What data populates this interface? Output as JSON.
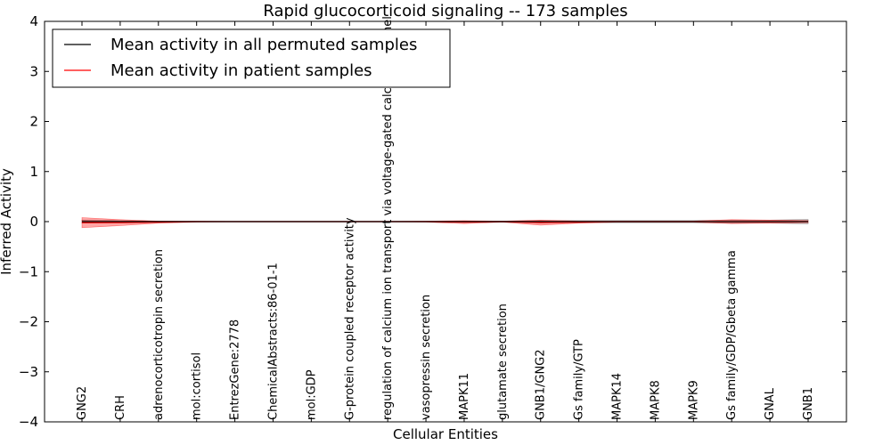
{
  "chart_data": {
    "type": "line",
    "title": "Rapid glucocorticoid signaling -- 173 samples",
    "xlabel": "Cellular Entities",
    "ylabel": "Inferred Activity",
    "ylim": [
      -4,
      4
    ],
    "yticks": [
      "−4",
      "−3",
      "−2",
      "−1",
      "0",
      "1",
      "2",
      "3",
      "4"
    ],
    "grid": false,
    "legend_position": "top-left",
    "categories": [
      "GNG2",
      "CRH",
      "adrenocorticotropin secretion",
      "mol:cortisol",
      "EntrezGene:2778",
      "ChemicalAbstracts:86-01-1",
      "mol:GDP",
      "G-protein coupled receptor activity",
      "regulation of calcium ion transport via voltage-gated calcium channel",
      "vasopressin secretion",
      "MAPK11",
      "glutamate secretion",
      "GNB1/GNG2",
      "Gs family/GTP",
      "MAPK14",
      "MAPK8",
      "MAPK9",
      "Gs family/GDP/Gbeta gamma",
      "GNAL",
      "GNB1"
    ],
    "series": [
      {
        "name": "Mean activity in all permuted samples",
        "color": "#000000",
        "values": [
          0,
          0,
          0,
          0,
          0,
          0,
          0,
          0,
          0,
          0,
          0,
          0,
          0,
          0,
          0,
          0,
          0,
          0,
          0,
          0
        ],
        "band": [
          0.03,
          0.02,
          0.01,
          0.005,
          0.005,
          0.005,
          0.005,
          0.005,
          0.005,
          0.005,
          0.01,
          0.01,
          0.02,
          0.02,
          0.02,
          0.02,
          0.02,
          0.03,
          0.03,
          0.04
        ]
      },
      {
        "name": "Mean activity in patient samples",
        "color": "#ff0000",
        "values": [
          -0.02,
          -0.02,
          -0.01,
          0,
          0,
          0,
          0,
          0,
          0,
          0,
          -0.01,
          0,
          -0.02,
          -0.01,
          0,
          0,
          0,
          0,
          0,
          0
        ],
        "band": [
          0.1,
          0.06,
          0.02,
          0.01,
          0.005,
          0.005,
          0.005,
          0.005,
          0.005,
          0.01,
          0.03,
          0.01,
          0.05,
          0.02,
          0.01,
          0.01,
          0.01,
          0.04,
          0.03,
          0.02
        ]
      }
    ]
  }
}
